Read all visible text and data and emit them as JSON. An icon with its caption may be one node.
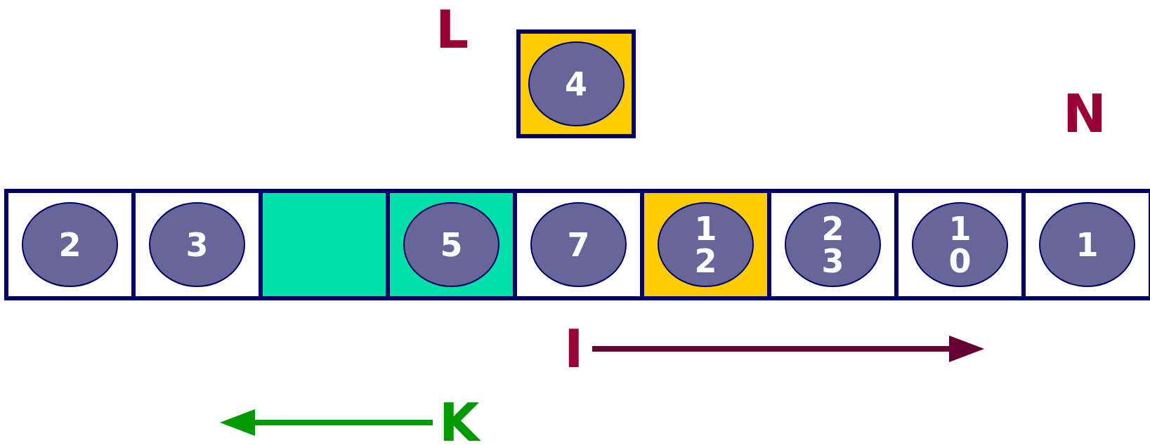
{
  "diagram": {
    "nodes": [
      {
        "text": [],
        "shape": "box"
      },
      {
        "text": [
          "4"
        ],
        "in": 0
      },
      {
        "text": [],
        "shape": "box"
      },
      {
        "text": [
          "2"
        ],
        "in": 2
      },
      {
        "text": [],
        "shape": "box"
      },
      {
        "text": [
          "3"
        ],
        "in": 4
      },
      {
        "text": [],
        "shape": "box"
      },
      {
        "text": [],
        "shape": "box"
      },
      {
        "text": [
          "5"
        ],
        "in": 7
      },
      {
        "text": [],
        "shape": "box"
      },
      {
        "text": [
          "7"
        ],
        "in": 9
      },
      {
        "text": [],
        "shape": "box"
      },
      {
        "text": [
          "12"
        ],
        "in": 11
      },
      {
        "text": [],
        "shape": "box"
      },
      {
        "text": [
          "23"
        ],
        "in": 13
      },
      {
        "text": [],
        "shape": "box"
      },
      {
        "text": [
          "10"
        ],
        "in": 15
      },
      {
        "text": [],
        "shape": "box"
      },
      {
        "text": [
          "1"
        ],
        "in": 17
      }
    ],
    "labels": [
      "L",
      "N",
      "I",
      "K"
    ]
  }
}
